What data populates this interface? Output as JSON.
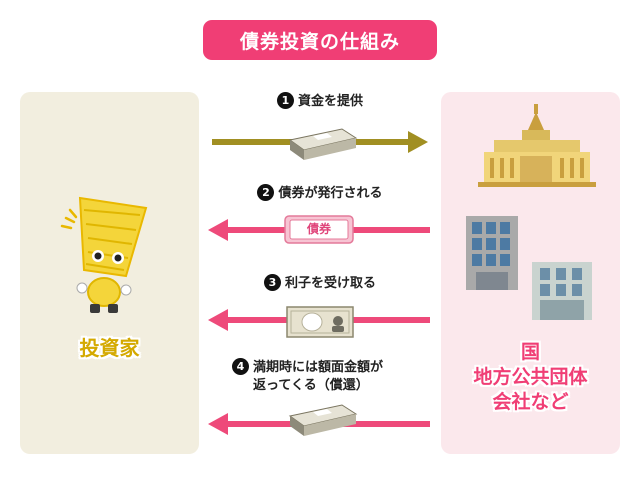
{
  "title": "債券投資の仕組み",
  "investor": {
    "label": "投資家"
  },
  "issuers": {
    "line1": "国",
    "line2": "地方公共団体",
    "line3": "会社など"
  },
  "steps": [
    {
      "num": "1",
      "text": "資金を提供"
    },
    {
      "num": "2",
      "text": "債券が発行される"
    },
    {
      "num": "3",
      "text": "利子を受け取る"
    },
    {
      "num": "4",
      "line1": "満期時には額面金額が",
      "line2": "返ってくる（償還）"
    }
  ],
  "bond_card": {
    "label": "債券"
  },
  "colors": {
    "accent": "#f03e75",
    "olive_arrow": "#a18f22",
    "pink_arrow": "#ee4a7a"
  }
}
